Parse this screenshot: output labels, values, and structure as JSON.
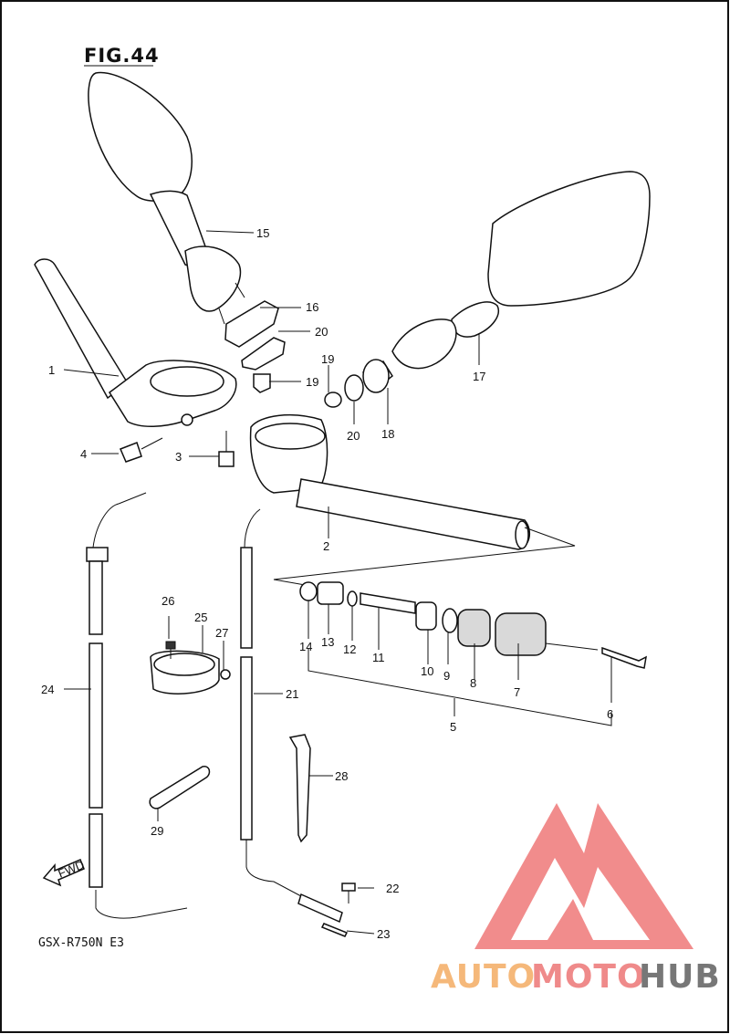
{
  "figure_title": "FIG.44",
  "model_code": "GSX-R750N E3",
  "fwd_label": "FWD",
  "callouts": {
    "c1": "1",
    "c2": "2",
    "c3": "3",
    "c4": "4",
    "c5": "5",
    "c6": "6",
    "c7": "7",
    "c8": "8",
    "c9": "9",
    "c10": "10",
    "c11": "11",
    "c12": "12",
    "c13": "13",
    "c14": "14",
    "c15": "15",
    "c16": "16",
    "c17": "17",
    "c18": "18",
    "c19a": "19",
    "c19b": "19",
    "c20a": "20",
    "c20b": "20",
    "c21": "21",
    "c22": "22",
    "c23": "23",
    "c24": "24",
    "c25": "25",
    "c26": "26",
    "c27": "27",
    "c28": "28",
    "c29": "29"
  },
  "watermark": {
    "part1": "AUTO",
    "part2": "MOTO",
    "part3": "HUB",
    "color_part1": "#f5b87a",
    "color_part2": "#ef8a8a",
    "color_part3": "#777777",
    "logo_color": "#f08080"
  }
}
